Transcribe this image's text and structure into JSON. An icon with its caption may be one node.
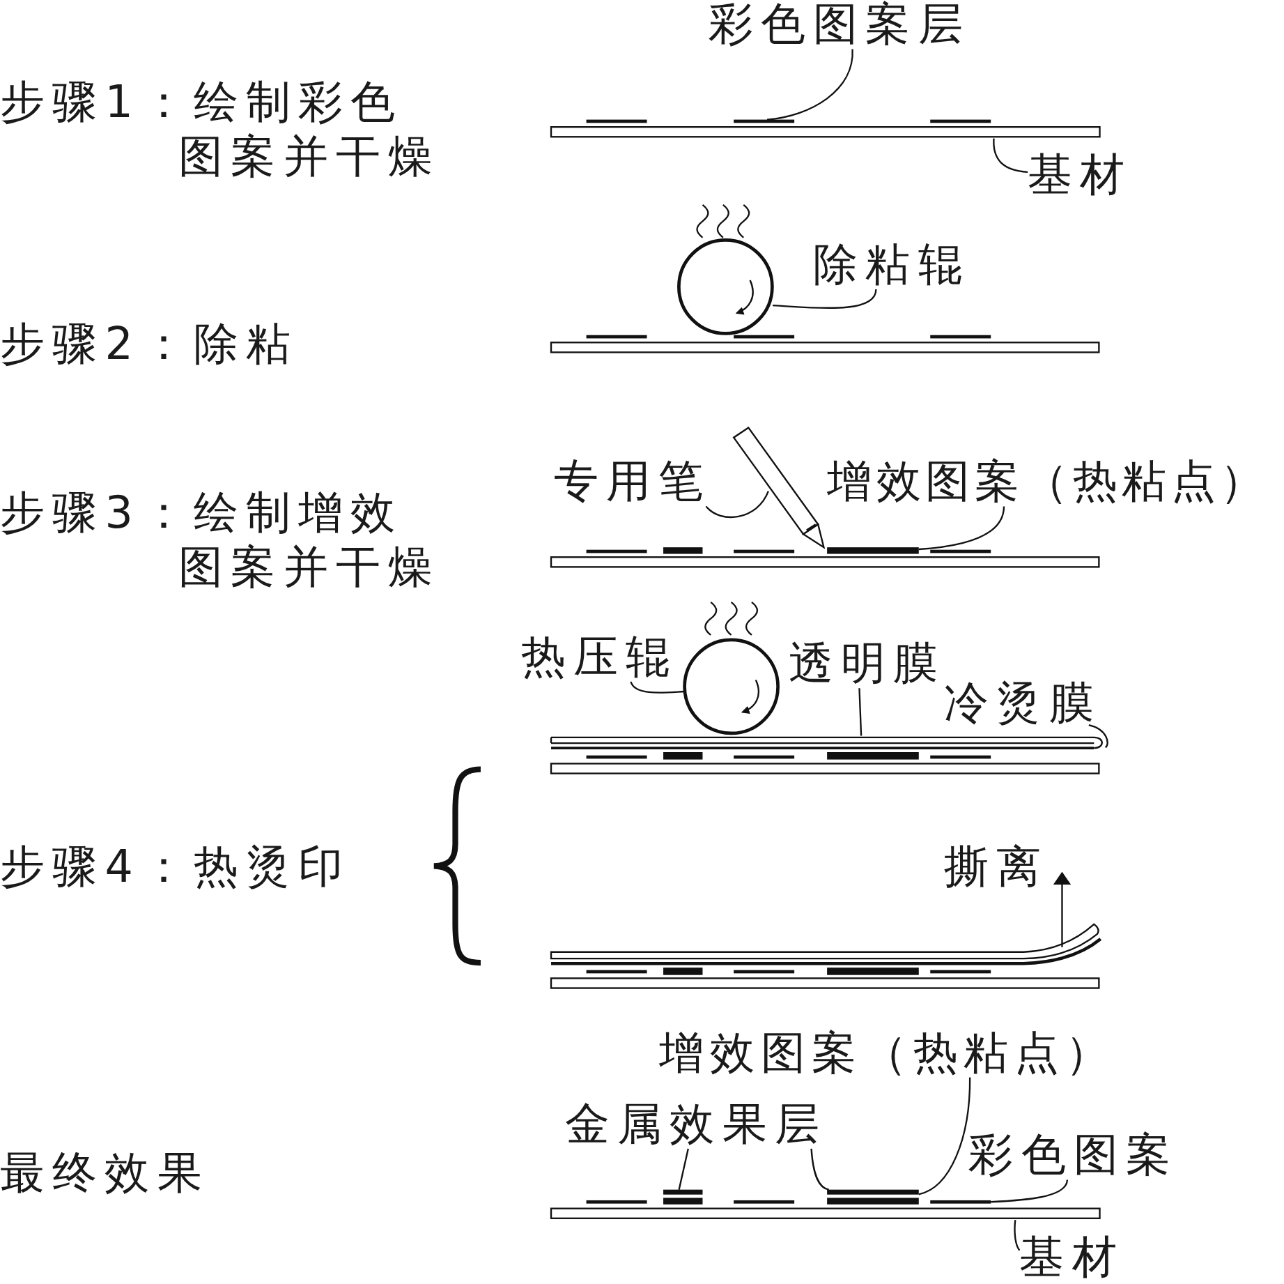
{
  "diagram": {
    "nodes": [
      {
        "text": [
          "彩色图案层"
        ]
      },
      {
        "text": [],
        "shape": "bar"
      },
      {
        "text": [],
        "shape": "bar"
      },
      {
        "text": [
          "基材"
        ]
      },
      {
        "text": [
          "除粘辊"
        ]
      },
      {
        "text": [],
        "shape": "circle"
      },
      {
        "text": [
          "专用笔"
        ]
      },
      {
        "text": [],
        "shape": "pen"
      },
      {
        "text": [
          "增效图案（热粘点）"
        ]
      },
      {
        "text": [],
        "shape": "bar"
      },
      {
        "text": [
          "热压辊"
        ]
      },
      {
        "text": [],
        "shape": "circle"
      },
      {
        "text": [
          "透明膜"
        ]
      },
      {
        "text": [],
        "shape": "bar"
      },
      {
        "text": [
          "冷烫膜"
        ]
      },
      {
        "text": [
          "增效图案（热粘点）"
        ]
      },
      {
        "text": [
          "金属效果层"
        ]
      },
      {
        "text": [],
        "shape": "bar"
      },
      {
        "text": [],
        "shape": "bar"
      },
      {
        "text": [
          "彩色图案"
        ]
      },
      {
        "text": [],
        "shape": "bar"
      },
      {
        "text": [],
        "shape": "bar"
      },
      {
        "text": [
          "基材"
        ]
      }
    ],
    "edges": [
      {
        "from": 0,
        "to": 1,
        "arrow": "none"
      },
      {
        "from": 3,
        "to": 2,
        "arrow": "none"
      },
      {
        "from": 4,
        "to": 5,
        "arrow": "none"
      },
      {
        "from": 6,
        "to": 7,
        "arrow": "none"
      },
      {
        "from": 8,
        "to": 9,
        "arrow": "none"
      },
      {
        "from": 10,
        "to": 11,
        "arrow": "none"
      },
      {
        "from": 12,
        "to": 13,
        "arrow": "none"
      },
      {
        "from": 14,
        "to": 13,
        "arrow": "none"
      },
      {
        "from": 15,
        "to": 18,
        "arrow": "none"
      },
      {
        "from": 16,
        "to": 17,
        "arrow": "none"
      },
      {
        "from": 16,
        "to": 18,
        "arrow": "none"
      },
      {
        "from": 19,
        "to": 20,
        "arrow": "none"
      },
      {
        "from": 22,
        "to": 21,
        "arrow": "none"
      }
    ],
    "labels": [
      "步骤1：绘制彩色图案并干燥",
      "步骤2：除粘",
      "步骤3：绘制增效图案并干燥",
      "步骤4：热烫印",
      "撕离",
      "最终效果"
    ]
  }
}
